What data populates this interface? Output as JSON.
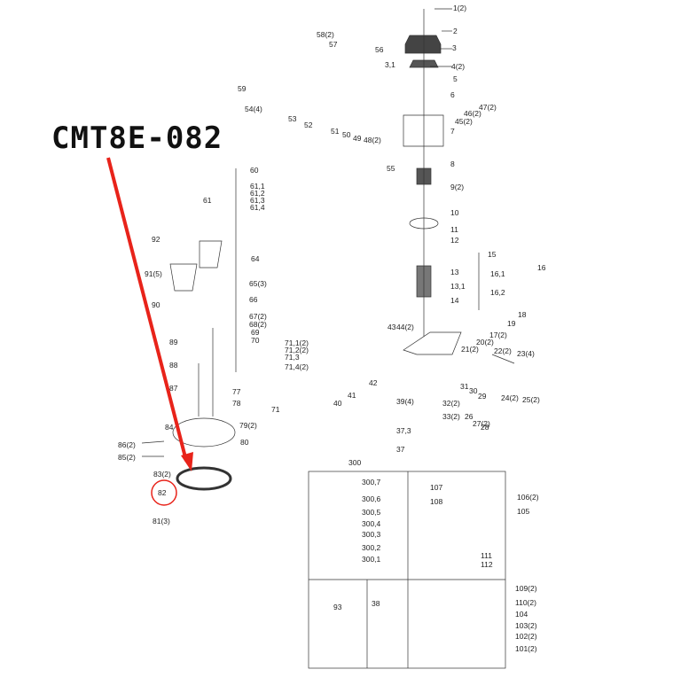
{
  "title": "CMT8E-082",
  "highlight_color": "#e8231a",
  "labels": {
    "l1": "1(2)",
    "l2": "2",
    "l3": "3",
    "l31": "3,1",
    "l4": "4(2)",
    "l5": "5",
    "l6": "6",
    "l47": "47(2)",
    "l46": "46(2)",
    "l45": "45(2)",
    "l7": "7",
    "l8": "8",
    "l9": "9(2)",
    "l10": "10",
    "l11": "11",
    "l12": "12",
    "l13": "13",
    "l131": "13,1",
    "l14": "14",
    "l15": "15",
    "l16": "16",
    "l161": "16,1",
    "l162": "16,2",
    "l18": "18",
    "l19": "19",
    "l17": "17(2)",
    "l20": "20(2)",
    "l21": "21(2)",
    "l22": "22(2)",
    "l23": "23(4)",
    "l24": "24(2)",
    "l25": "25(2)",
    "l58": "58(2)",
    "l57": "57",
    "l56": "56",
    "l59": "59",
    "l54": "54(4)",
    "l53": "53",
    "l52": "52",
    "l51": "51",
    "l50": "50",
    "l49": "49",
    "l48": "48(2)",
    "l55": "55",
    "l60": "60",
    "l61": "61",
    "l611": "61,1",
    "l612": "61,2",
    "l613": "61,3",
    "l614": "61,4",
    "l92": "92",
    "l91": "91(5)",
    "l90": "90",
    "l64": "64",
    "l65": "65(3)",
    "l66": "66",
    "l67": "67(2)",
    "l68": "68(2)",
    "l69": "69",
    "l70": "70",
    "l89": "89",
    "l88": "88",
    "l87": "87",
    "l711": "71,1(2)",
    "l712": "71,2(2)",
    "l713": "71,3",
    "l714": "71,4(2)",
    "l71": "71",
    "l77": "77",
    "l78": "78",
    "l43": "43",
    "l44": "44(2)",
    "l42": "42",
    "l41": "41",
    "l40": "40",
    "l39": "39(4)",
    "l31b": "31",
    "l30": "30",
    "l29": "29",
    "l26": "26",
    "l27": "27(2)",
    "l28": "28",
    "l32": "32(2)",
    "l33": "33(2)",
    "l373": "37,3",
    "l37": "37",
    "l86": "86(2)",
    "l85": "85(2)",
    "l84": "84",
    "l79": "79(2)",
    "l80": "80",
    "l83": "83(2)",
    "l82": "82",
    "l81": "81(3)",
    "l300": "300",
    "l3007": "300,7",
    "l3006": "300,6",
    "l3005": "300,5",
    "l3004": "300,4",
    "l3003": "300,3",
    "l3002": "300,2",
    "l3001": "300,1",
    "l107": "107",
    "l108": "108",
    "l106": "106(2)",
    "l105": "105",
    "l111": "111",
    "l112": "112",
    "l93": "93",
    "l38": "38",
    "l109": "109(2)",
    "l110": "110(2)",
    "l104": "104",
    "l103": "103(2)",
    "l102": "102(2)",
    "l101": "101(2)"
  }
}
